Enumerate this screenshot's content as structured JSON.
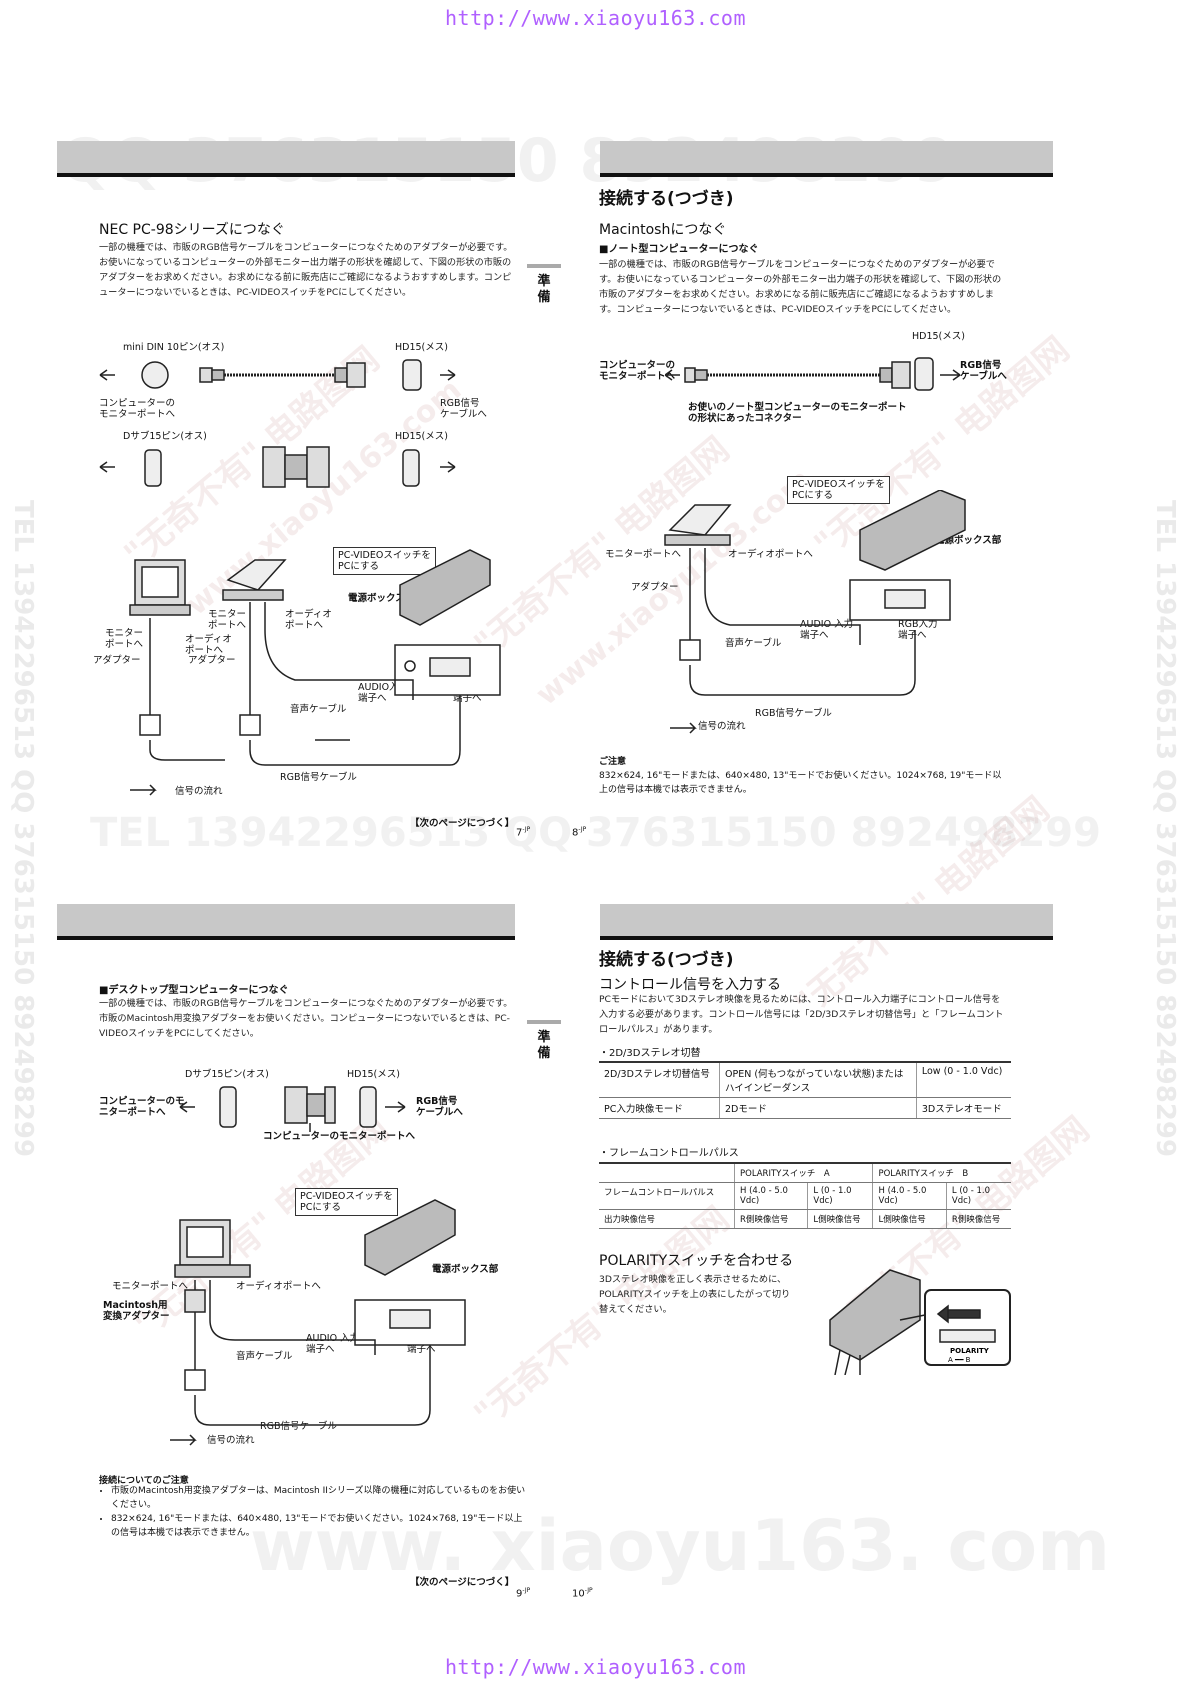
{
  "header_url": "http://www.xiaoyu163.com",
  "footer_url": "http://www.xiaoyu163.com",
  "watermarks": {
    "qq_top": "QQ 376315150  892498299",
    "tel_mid": "TEL 13942296513  QQ 376315150  892498299",
    "side": "TEL 13942296513  QQ 376315150  892498299",
    "bottom": "www. xiaoyu163. com",
    "diag1": "\"无奇不有\" 电路图网",
    "diag2": "www.xiaoyu163.com"
  },
  "side_tab": "準\n備",
  "page7": {
    "heading": "NEC PC-98シリーズにつなぐ",
    "body": "一部の機種では、市販のRGB信号ケーブルをコンピューターにつなぐためのアダプターが必要です。お使いになっているコンピューターの外部モニター出力端子の形状を確認して、下図の形状の市販のアダプターをお求めください。お求めになる前に販売店にご確認になるようおすすめします。コンピューターにつないでいるときは、PC-VIDEOスイッチをPCにしてください。",
    "label_minidin": "mini DIN 10ピン(オス)",
    "label_hd15a": "HD15(メス)",
    "label_to_computer": "コンピューターの\nモニターポートへ",
    "label_rgb_cable_to": "RGB信号\nケーブルへ",
    "label_dsub": "Dサブ15ピン(オス)",
    "label_hd15b": "HD15(メス)",
    "label_switch": "PC-VIDEOスイッチを\nPCにする",
    "label_powerbox": "電源ボックス部",
    "label_monitor_port_a": "モニター\nポートへ",
    "label_monitor_port_b": "モニター\nポートへ",
    "label_audio_port_a": "オーディオ\nポートへ",
    "label_audio_port_b": "オーディオ\nポートへ",
    "label_adapter_a": "アダプター",
    "label_adapter_b": "アダプター",
    "label_audio_in": "AUDIO入力\n端子へ",
    "label_rgb_in": "RGB入力\n端子へ",
    "label_audio_cable": "音声ケーブル",
    "label_rgb_cable": "RGB信号ケーブル",
    "label_signal_flow": "信号の流れ",
    "continue": "【次のページにつづく】",
    "page_num": "7",
    "page_sup": "-JP"
  },
  "page8": {
    "title": "接続する(つづき)",
    "heading": "Macintoshにつなぐ",
    "sub": "■ノート型コンピューターにつなぐ",
    "body": "一部の機種では、市販のRGB信号ケーブルをコンピューターにつなぐためのアダプターが必要です。お使いになっているコンピューターの外部モニター出力端子の形状を確認して、下図の形状の市販のアダプターをお求めください。お求めになる前に販売店にご確認になるようおすすめします。コンピューターにつないでいるときは、PC-VIDEOスイッチをPCにしてください。",
    "label_hd15": "HD15(メス)",
    "label_to_computer": "コンピューターの\nモニターポートへ",
    "label_rgb_cable_to": "RGB信号\nケーブルへ",
    "label_connector": "お使いのノート型コンピューターのモニターポート\nの形状にあったコネクター",
    "label_switch": "PC-VIDEOスイッチを\nPCにする",
    "label_powerbox": "電源ボックス部",
    "label_monitor_port": "モニターポートへ",
    "label_audio_port": "オーディオポートへ",
    "label_adapter": "アダプター",
    "label_audio_in": "AUDIO 入力\n端子へ",
    "label_rgb_in": "RGB入力\n端子へ",
    "label_audio_cable": "音声ケーブル",
    "label_rgb_cable": "RGB信号ケーブル",
    "label_signal_flow": "信号の流れ",
    "note_title": "ご注意",
    "note_body": "832×624, 16\"モードまたは、640×480, 13\"モードでお使いください。1024×768, 19\"モード以上の信号は本機では表示できません。",
    "page_num": "8",
    "page_sup": "-JP"
  },
  "page9": {
    "sub": "■デスクトップ型コンピューターにつなぐ",
    "body": "一部の機種では、市販のRGB信号ケーブルをコンピューターにつなぐためのアダプターが必要です。市販のMacintosh用変換アダプターをお使いください。コンピューターにつないでいるときは、PC-VIDEOスイッチをPCにしてください。",
    "label_dsub": "Dサブ15ピン(オス)",
    "label_hd15": "HD15(メス)",
    "label_to_computer": "コンピューターのモ\nニターポートへ",
    "label_rgb_cable_to": "RGB信号\nケーブルへ",
    "label_to_monitor": "コンピューターのモニターポートへ",
    "label_switch": "PC-VIDEOスイッチを\nPCにする",
    "label_powerbox": "電源ボックス部",
    "label_monitor_port": "モニターポートへ",
    "label_audio_port": "オーディオポートへ",
    "label_mac_adapter": "Macintosh用\n変換アダプター",
    "label_audio_in": "AUDIO 入力\n端子へ",
    "label_rgb_in": "RGB入力\n端子へ",
    "label_audio_cable": "音声ケーブル",
    "label_rgb_cable": "RGB信号ケーブル",
    "label_signal_flow": "信号の流れ",
    "notes_title": "接続についてのご注意",
    "notes": [
      "市販のMacintosh用変換アダプターは、Macintosh IIシリーズ以降の機種に対応しているものをお使いください。",
      "832×624, 16\"モードまたは、640×480, 13\"モードでお使いください。1024×768, 19\"モード以上の信号は本機では表示できません。"
    ],
    "continue": "【次のページにつづく】",
    "page_num": "9",
    "page_sup": "-JP"
  },
  "page10": {
    "title": "接続する(つづき)",
    "heading": "コントロール信号を入力する",
    "body": "PCモードにおいて3Dステレオ映像を見るためには、コントロール入力端子にコントロール信号を入力する必要があります。コントロール信号には「2D/3Dステレオ切替信号」と「フレームコントロールパルス」があります。",
    "t1_title": "・2D/3Dステレオ切替",
    "t1_rows": [
      [
        "2D/3Dステレオ切替信号",
        "OPEN (何もつながっていない状態)または\nハイインピーダンス",
        "Low (0 - 1.0 Vdc)"
      ],
      [
        "PC入力映像モード",
        "2Dモード",
        "3Dステレオモード"
      ]
    ],
    "t2_title": "・フレームコントロールパルス",
    "t2_head": [
      "",
      "POLARITYスイッチ　A",
      "POLARITYスイッチ　B"
    ],
    "t2_rows": [
      [
        "フレームコントロールパルス",
        "H (4.0 - 5.0 Vdc)",
        "L (0 - 1.0 Vdc)",
        "H (4.0 - 5.0 Vdc)",
        "L (0 - 1.0 Vdc)"
      ],
      [
        "出力映像信号",
        "R側映像信号",
        "L側映像信号",
        "L側映像信号",
        "R側映像信号"
      ]
    ],
    "pol_heading": "POLARITYスイッチを合わせる",
    "pol_body": "3Dステレオ映像を正しく表示させるために、POLARITYスイッチを上の表にしたがって切り替えてください。",
    "pol_label": "POLARITY",
    "pol_ab": "A ━━ B",
    "page_num": "10",
    "page_sup": "-JP"
  }
}
